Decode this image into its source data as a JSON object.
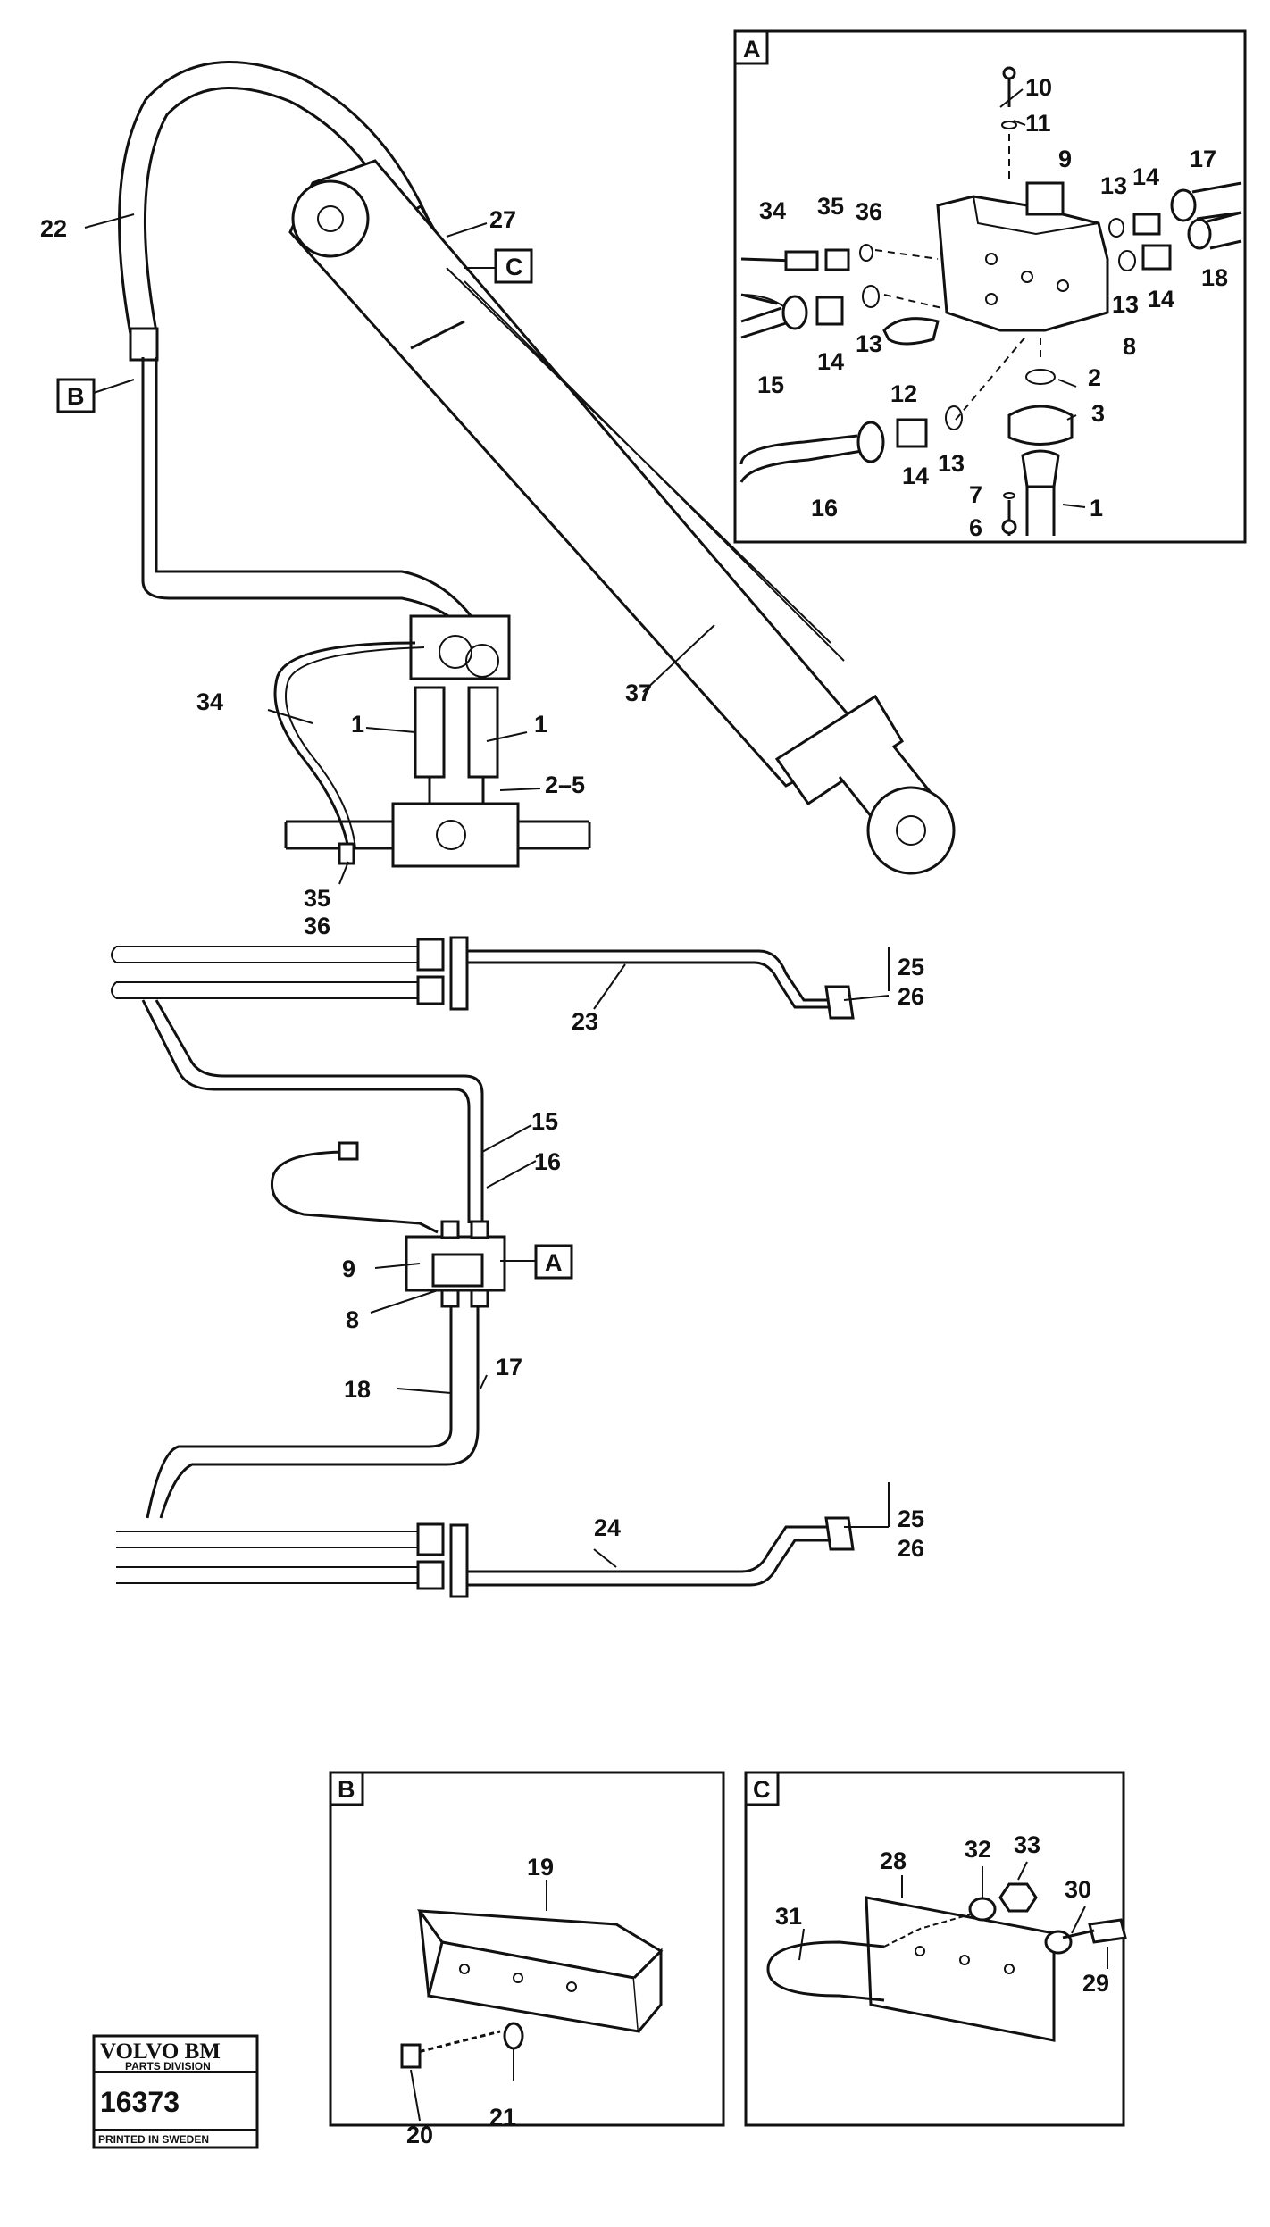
{
  "callouts": {
    "main": [
      "22",
      "27",
      "C",
      "B",
      "34",
      "1",
      "1",
      "2–5",
      "35",
      "36",
      "37",
      "25",
      "26",
      "23",
      "15",
      "16",
      "9",
      "8",
      "A",
      "18",
      "17",
      "24",
      "25",
      "26"
    ],
    "detail_a": [
      "A",
      "10",
      "11",
      "9",
      "34",
      "35",
      "36",
      "13",
      "14",
      "17",
      "18",
      "13",
      "14",
      "15",
      "14",
      "13",
      "12",
      "8",
      "2",
      "3",
      "16",
      "14",
      "13",
      "7",
      "6",
      "1"
    ],
    "detail_b": [
      "B",
      "19",
      "20",
      "21"
    ],
    "detail_c": [
      "C",
      "28",
      "32",
      "33",
      "30",
      "31",
      "29"
    ]
  },
  "stamp": {
    "brand": "VOLVO BM",
    "division": "PARTS DIVISION",
    "number": "16373",
    "printed": "PRINTED IN SWEDEN"
  }
}
